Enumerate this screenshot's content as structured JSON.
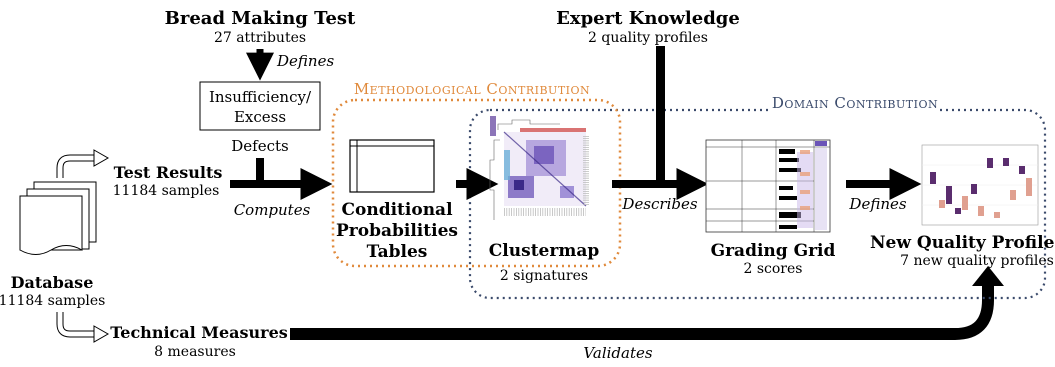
{
  "bread_test": {
    "title": "Bread Making Test",
    "subtitle": "27 attributes"
  },
  "defines_label": "Defines",
  "insufficiency_box": {
    "line1": "Insufficiency/",
    "line2": "Excess"
  },
  "defects_label": "Defects",
  "test_results": {
    "title": "Test Results",
    "subtitle": "11184 samples"
  },
  "computes_label": "Computes",
  "database": {
    "title": "Database",
    "subtitle": "11184 samples"
  },
  "technical_measures": {
    "title": "Technical Measures",
    "subtitle": "8 measures"
  },
  "validates_label": "Validates",
  "methodological": {
    "label": "Methodological Contribution"
  },
  "domain": {
    "label": "Domain Contribution"
  },
  "conditional_tables": {
    "line1": "Conditional",
    "line2": "Probabilities",
    "line3": "Tables"
  },
  "clustermap": {
    "title": "Clustermap",
    "subtitle": "2 signatures"
  },
  "expert": {
    "title": "Expert Knowledge",
    "subtitle": "2 quality profiles"
  },
  "describes_label": "Describes",
  "grading_grid": {
    "title": "Grading Grid",
    "subtitle": "2 scores"
  },
  "defines_label_2": "Defines",
  "new_profiles": {
    "title": "New Quality Profiles",
    "subtitle": "7 new quality profiles"
  },
  "colors": {
    "orange": "#e08a3c",
    "navy": "#3a4a6b",
    "purple": "#5b3a9a",
    "boxplot_purple": "#5a2d6e",
    "boxplot_pink": "#e0a090"
  }
}
